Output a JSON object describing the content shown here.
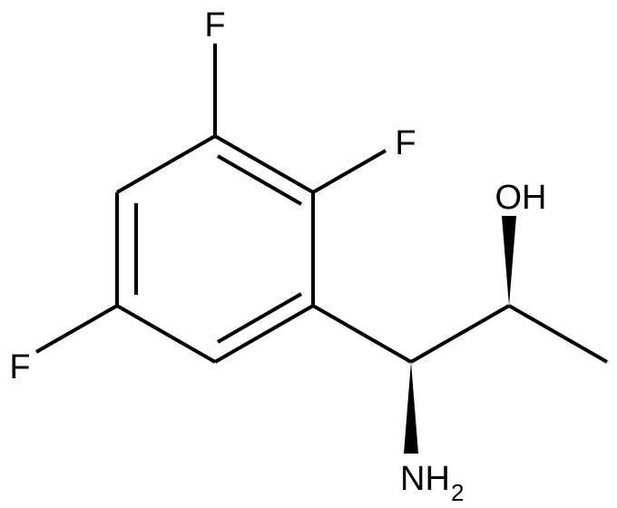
{
  "atoms": {
    "f_top": "F",
    "f_ortho": "F",
    "f_left": "F",
    "hydroxyl": "OH",
    "amine_main": "NH",
    "amine_sub": "2"
  },
  "colors": {
    "bond": "#000000",
    "label": "#000000",
    "background": "#ffffff"
  }
}
